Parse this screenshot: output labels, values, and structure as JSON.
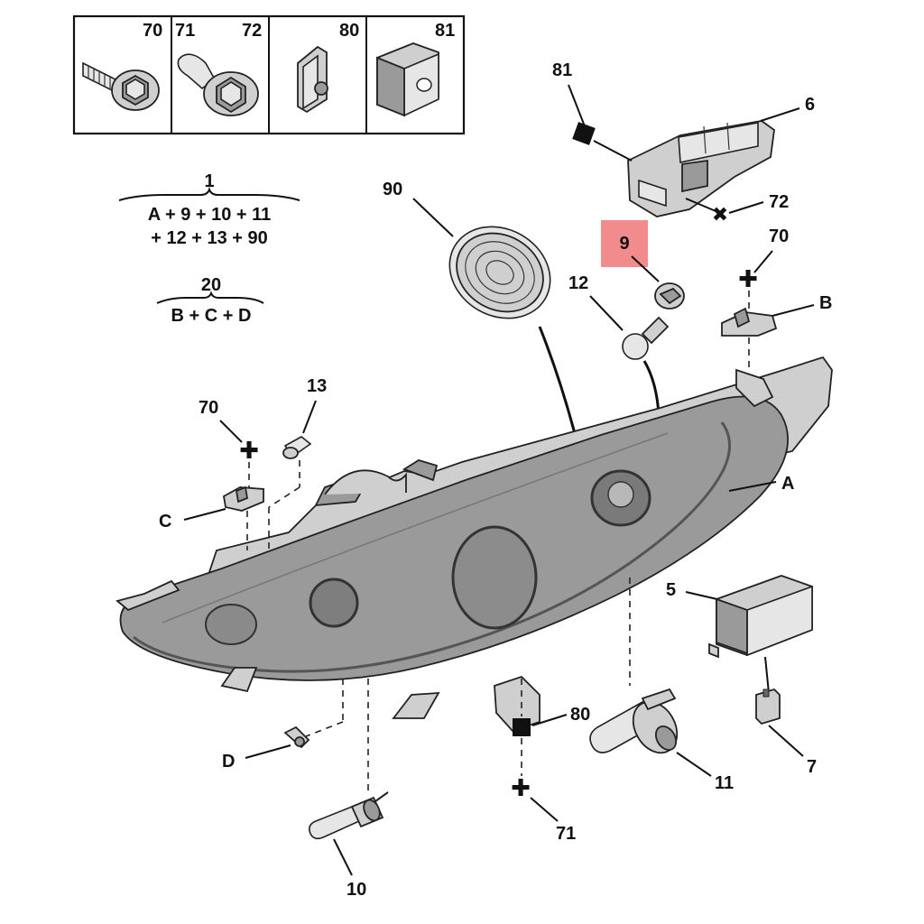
{
  "inset_box": {
    "cells": [
      {
        "labels": [
          "70"
        ]
      },
      {
        "labels": [
          "71",
          "72"
        ]
      },
      {
        "labels": [
          "80"
        ]
      },
      {
        "labels": [
          "81"
        ]
      }
    ]
  },
  "formulas": [
    {
      "head": "1",
      "lines": [
        "A + 9 + 10 + 11",
        "+ 12 + 13 + 90"
      ]
    },
    {
      "head": "20",
      "lines": [
        "B + C + D"
      ]
    }
  ],
  "callouts": {
    "p6": "6",
    "p81": "81",
    "p72": "72",
    "p90": "90",
    "p9": "9",
    "p12": "12",
    "p70_right": "70",
    "pB": "B",
    "pA": "A",
    "p13": "13",
    "p70_left": "70",
    "pC": "C",
    "p5": "5",
    "p80": "80",
    "pD": "D",
    "p11": "11",
    "p7": "7",
    "p71": "71",
    "p10": "10"
  },
  "highlight_color": "#f28b8b"
}
